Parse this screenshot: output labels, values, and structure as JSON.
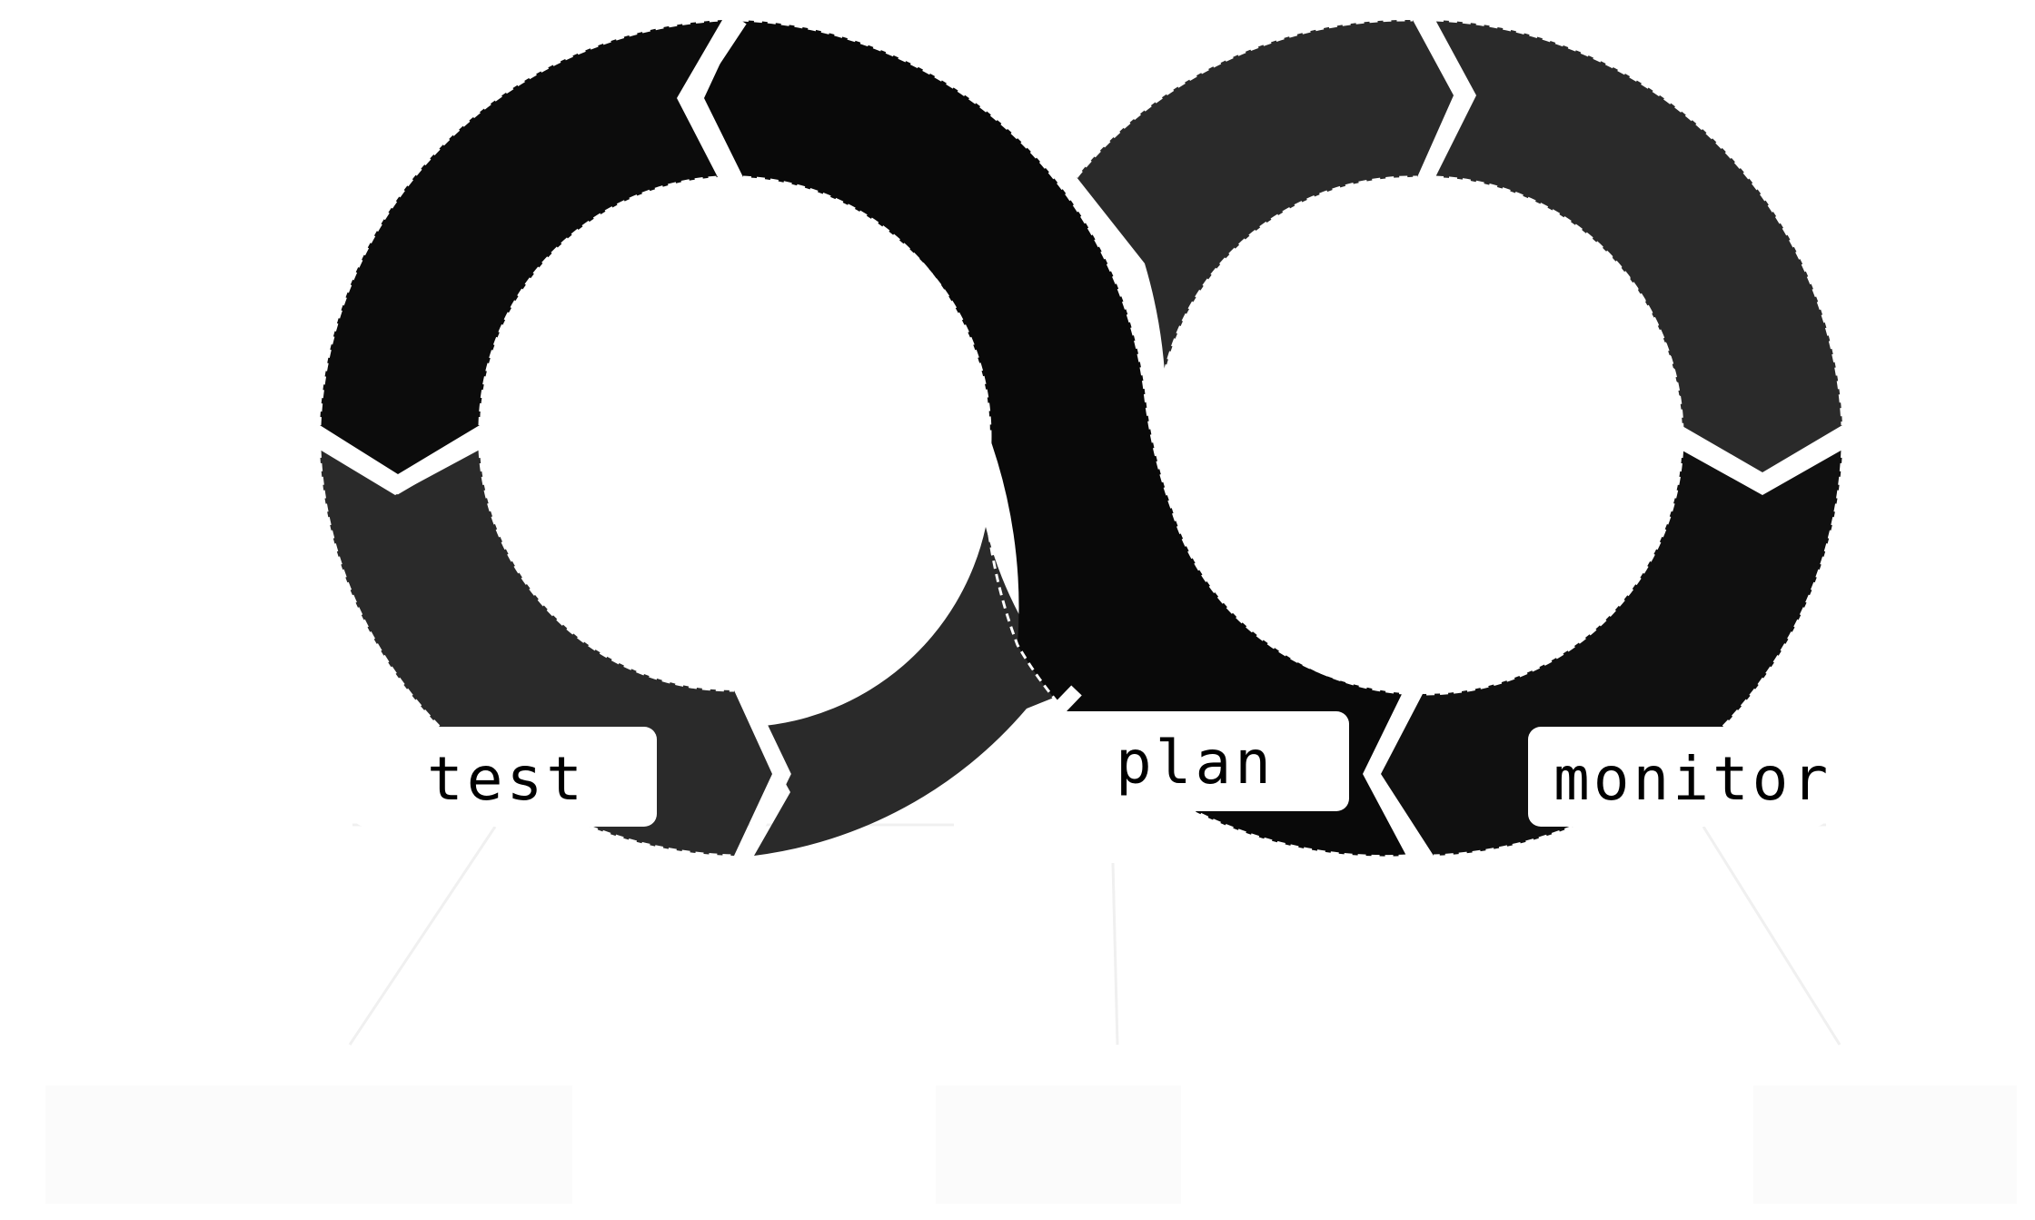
{
  "colors": {
    "segment_dark": "#0a0a0a",
    "segment_mid": "#2a2a2a",
    "background": "#ffffff",
    "label_box": "#ffffff",
    "label_text": "#000000",
    "faint_text": "#f4f4f4",
    "faint_line": "#f0f0f0"
  },
  "stages": [
    {
      "id": "test",
      "label": "test"
    },
    {
      "id": "plan",
      "label": "plan"
    },
    {
      "id": "monitor",
      "label": "monitor"
    }
  ]
}
